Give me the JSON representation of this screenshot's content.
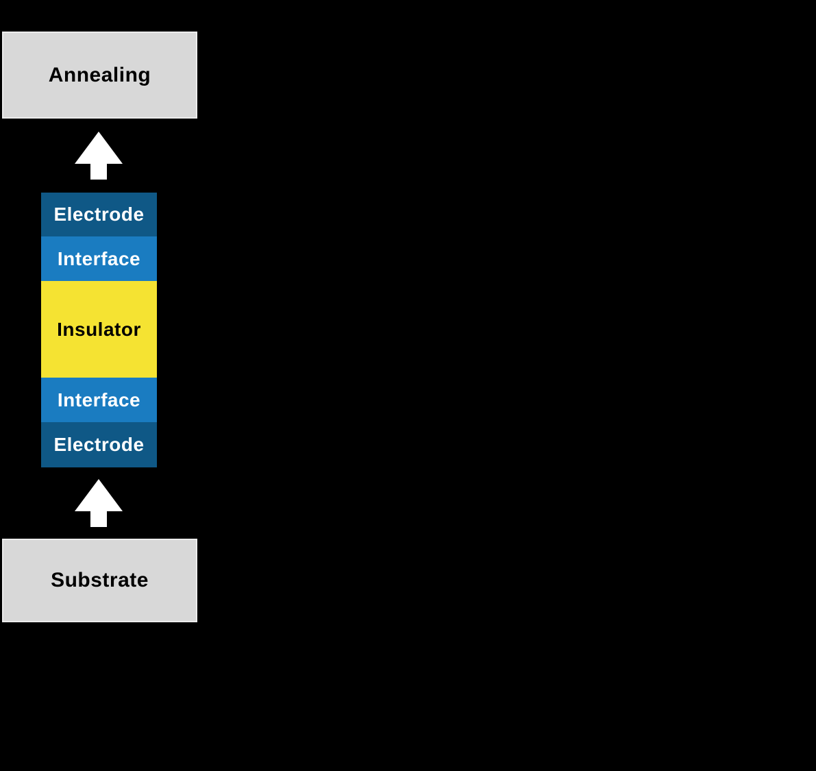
{
  "diagram": {
    "background_color": "#000000",
    "annealing_box": {
      "label": "Annealing"
    },
    "substrate_box": {
      "label": "Substrate"
    },
    "process_box_style": {
      "fill": "#d8d8d8",
      "border": "#ececec",
      "text_color": "#000000"
    },
    "arrows": {
      "icon": "up-arrow-icon",
      "direction": "up",
      "color": "#ffffff"
    },
    "stack": {
      "layers": [
        {
          "label": "Electrode",
          "fill": "#0f5886",
          "text_color": "#ffffff",
          "height": 64
        },
        {
          "label": "Interface",
          "fill": "#1a7cc1",
          "text_color": "#ffffff",
          "height": 65
        },
        {
          "label": "Insulator",
          "fill": "#f5e332",
          "text_color": "#000000",
          "height": 141
        },
        {
          "label": "Interface",
          "fill": "#1a7cc1",
          "text_color": "#ffffff",
          "height": 65
        },
        {
          "label": "Electrode",
          "fill": "#0f5886",
          "text_color": "#ffffff",
          "height": 66
        }
      ]
    }
  }
}
